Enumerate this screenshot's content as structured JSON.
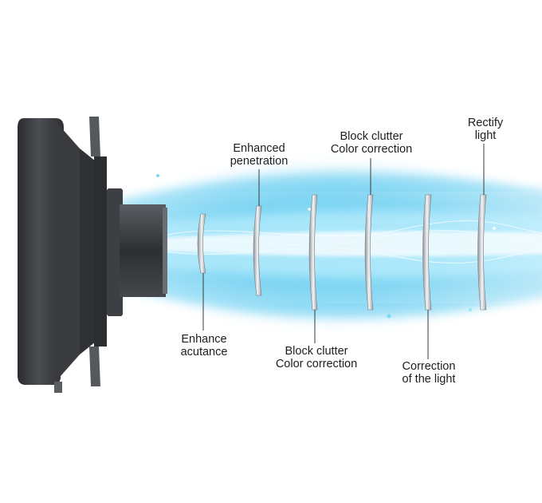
{
  "labels": {
    "enhanced_penetration": [
      "Enhanced",
      "penetration"
    ],
    "block_clutter_top": [
      "Block clutter",
      "Color correction"
    ],
    "rectify_light": [
      "Rectify",
      "light"
    ],
    "enhance_acutance": [
      "Enhance",
      "acutance"
    ],
    "block_clutter_bottom": [
      "Block clutter",
      "Color correction"
    ],
    "correction_light": [
      "Correction",
      "of the light"
    ]
  },
  "colors": {
    "beam": "#5ed2f2",
    "beam_core": "#e8fbff",
    "housing": "#3a3c40",
    "lens": "#c9ccd0",
    "text": "#1e1e1e"
  }
}
